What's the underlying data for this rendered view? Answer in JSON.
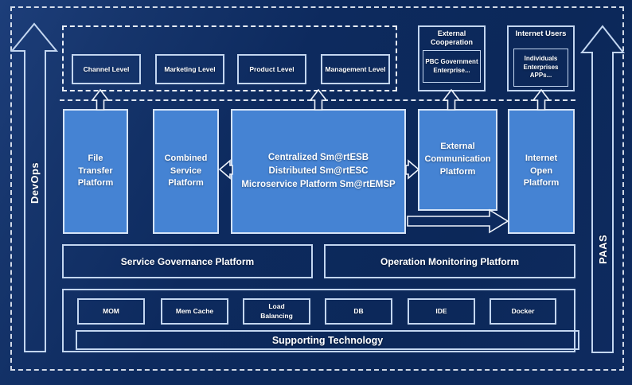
{
  "colors": {
    "background": "#0d2a5e",
    "background_sheen": "#1d3e7a",
    "platform_fill": "#4583d3",
    "platform_border": "#d6e4f7",
    "box_border": "#c3d6f0",
    "text": "#ffffff"
  },
  "side_arrows": {
    "left_label": "DevOps",
    "right_label": "PAAS"
  },
  "business_levels": {
    "items": [
      "Channel Level",
      "Marketing Level",
      "Product Level",
      "Management Level"
    ]
  },
  "external_cooperation": {
    "title": "External Cooperation",
    "inner": "PBC Government Enterprise..."
  },
  "internet_users": {
    "title": "Internet Users",
    "inner": "Individuals Enterprises APPs..."
  },
  "platforms": {
    "file_transfer": "File Transfer Platform",
    "combined_service": "Combined Service Platform",
    "esb_lines": [
      "Centralized Sm@rtESB",
      "Distributed Sm@rtESC",
      "Microservice Platform Sm@rtEMSP"
    ],
    "external_communication": "External Communication Platform",
    "internet_open": "Internet Open Platform"
  },
  "governance": {
    "service": "Service Governance Platform",
    "monitoring": "Operation Monitoring Platform"
  },
  "supporting": {
    "title": "Supporting Technology",
    "items": [
      "MOM",
      "Mem Cache",
      "Load Balancing",
      "DB",
      "IDE",
      "Docker"
    ]
  }
}
